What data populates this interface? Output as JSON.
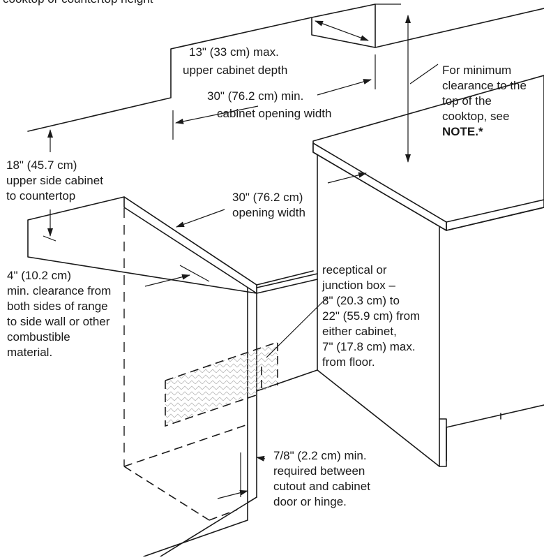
{
  "header_fragment": "cooktop or countertop height",
  "labels": {
    "upper_cabinet_depth": [
      "13\" (33 cm) max.",
      "upper cabinet depth"
    ],
    "cabinet_opening_width": [
      "30\" (76.2 cm) min.",
      "cabinet opening width"
    ],
    "min_clearance": [
      "For minimum",
      "clearance to the",
      "top of the",
      "cooktop, see"
    ],
    "note_ref": "NOTE.*",
    "side_cabinet_height": [
      "18\" (45.7 cm)",
      "upper side cabinet",
      "to countertop"
    ],
    "opening_width": [
      "30\" (76.2 cm)",
      "opening width"
    ],
    "side_clearance": [
      "4\" (10.2 cm)",
      "min. clearance from",
      "both sides of range",
      "to side wall or other",
      "combustible",
      "material."
    ],
    "junction_box": [
      "receptical or",
      "junction box –",
      "8\" (20.3 cm) to",
      "22\" (55.9 cm) from",
      "either cabinet,",
      "7\" (17.8 cm) max.",
      "from floor."
    ],
    "cutout_clearance": [
      "7/8\" (2.2 cm) min.",
      "required between",
      "cutout and cabinet",
      "door or hinge."
    ]
  }
}
